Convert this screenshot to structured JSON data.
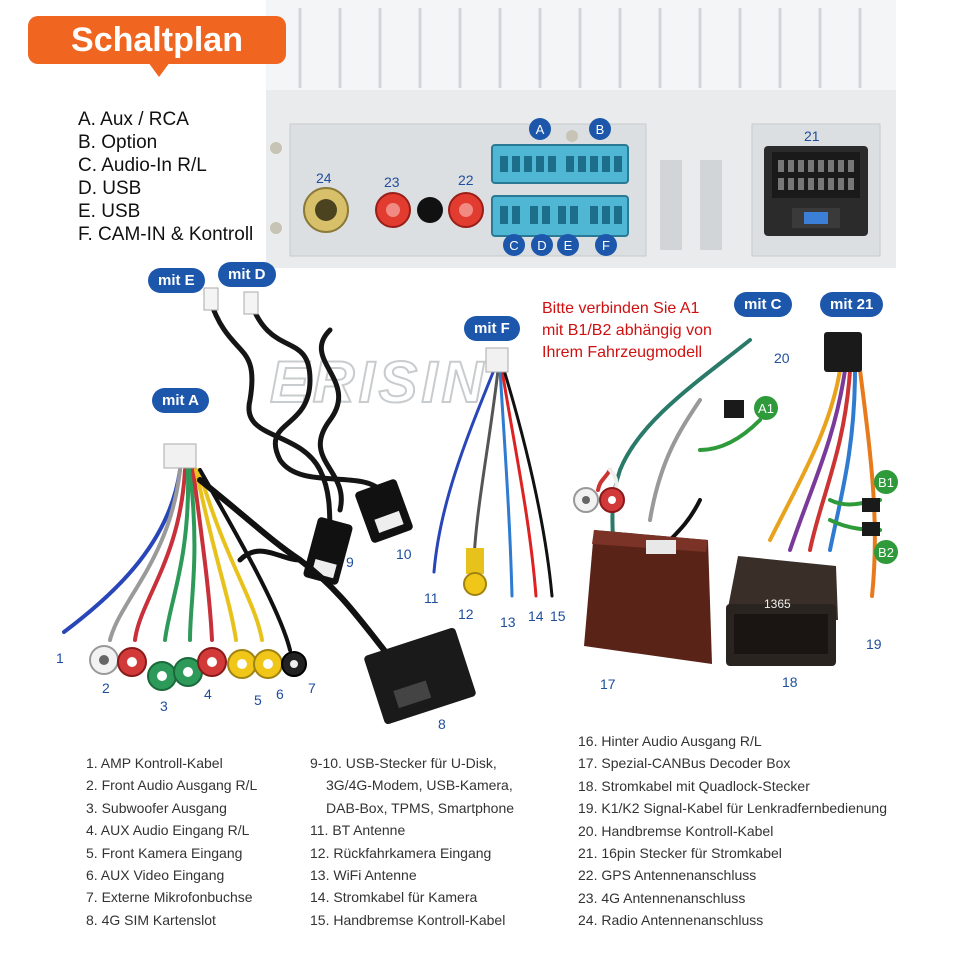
{
  "title": "Schaltplan",
  "ports": [
    "A. Aux / RCA",
    "B. Option",
    "C. Audio-In R/L",
    "D. USB",
    "E. USB",
    "F. CAM-IN & Kontroll"
  ],
  "pins": {
    "a": "A",
    "b": "B",
    "c": "C",
    "d": "D",
    "e": "E",
    "f": "F"
  },
  "panel_numbers": {
    "n21": "21",
    "n22": "22",
    "n23": "23",
    "n24": "24"
  },
  "callouts": {
    "mit_e": "mit E",
    "mit_d": "mit D",
    "mit_a": "mit A",
    "mit_f": "mit F",
    "mit_c": "mit C",
    "mit_21": "mit 21"
  },
  "plug_labels": {
    "a1": "A1",
    "b1": "B1",
    "b2": "B2"
  },
  "watermark": "ERISIN",
  "note": [
    "Bitte verbinden Sie A1",
    "mit B1/B2 abhängig von",
    "Ihrem Fahrzeugmodell"
  ],
  "cable_numbers": {
    "n1": "1",
    "n2": "2",
    "n3": "3",
    "n4": "4",
    "n5": "5",
    "n6": "6",
    "n7": "7",
    "n8": "8",
    "n9": "9",
    "n10": "10",
    "n11": "11",
    "n12": "12",
    "n13": "13",
    "n14": "14",
    "n15": "15",
    "n17": "17",
    "n18": "18",
    "n19": "19",
    "n20": "20"
  },
  "box_labels": {
    "quadlock": "1365"
  },
  "list_left": [
    "1. AMP Kontroll-Kabel",
    "2. Front Audio Ausgang R/L",
    "3. Subwoofer Ausgang",
    "4. AUX Audio Eingang R/L",
    "5. Front Kamera Eingang",
    "6. AUX Video Eingang",
    "7. Externe Mikrofonbuchse",
    "8. 4G SIM Kartenslot"
  ],
  "list_mid": [
    "9-10. USB-Stecker für U-Disk,",
    "3G/4G-Modem, USB-Kamera,",
    "DAB-Box, TPMS, Smartphone",
    "11. BT Antenne",
    "12. Rückfahrkamera Eingang",
    "13. WiFi Antenne",
    "14. Stromkabel für Kamera",
    "15. Handbremse Kontroll-Kabel"
  ],
  "list_right": [
    "16. Hinter Audio Ausgang R/L",
    "17. Spezial-CANBus Decoder Box",
    "18. Stromkabel mit Quadlock-Stecker",
    "19. K1/K2 Signal-Kabel für Lenkradfernbedienung",
    "20. Handbremse Kontroll-Kabel",
    "21. 16pin Stecker für Stromkabel",
    "22. GPS Antennenanschluss",
    "23. 4G Antennenanschluss",
    "24. Radio Antennenanschluss"
  ],
  "colors": {
    "accent": "#f0651f",
    "callout_blue": "#1c57ab",
    "note_red": "#d01010",
    "plug_green": "#2e9a3a"
  }
}
